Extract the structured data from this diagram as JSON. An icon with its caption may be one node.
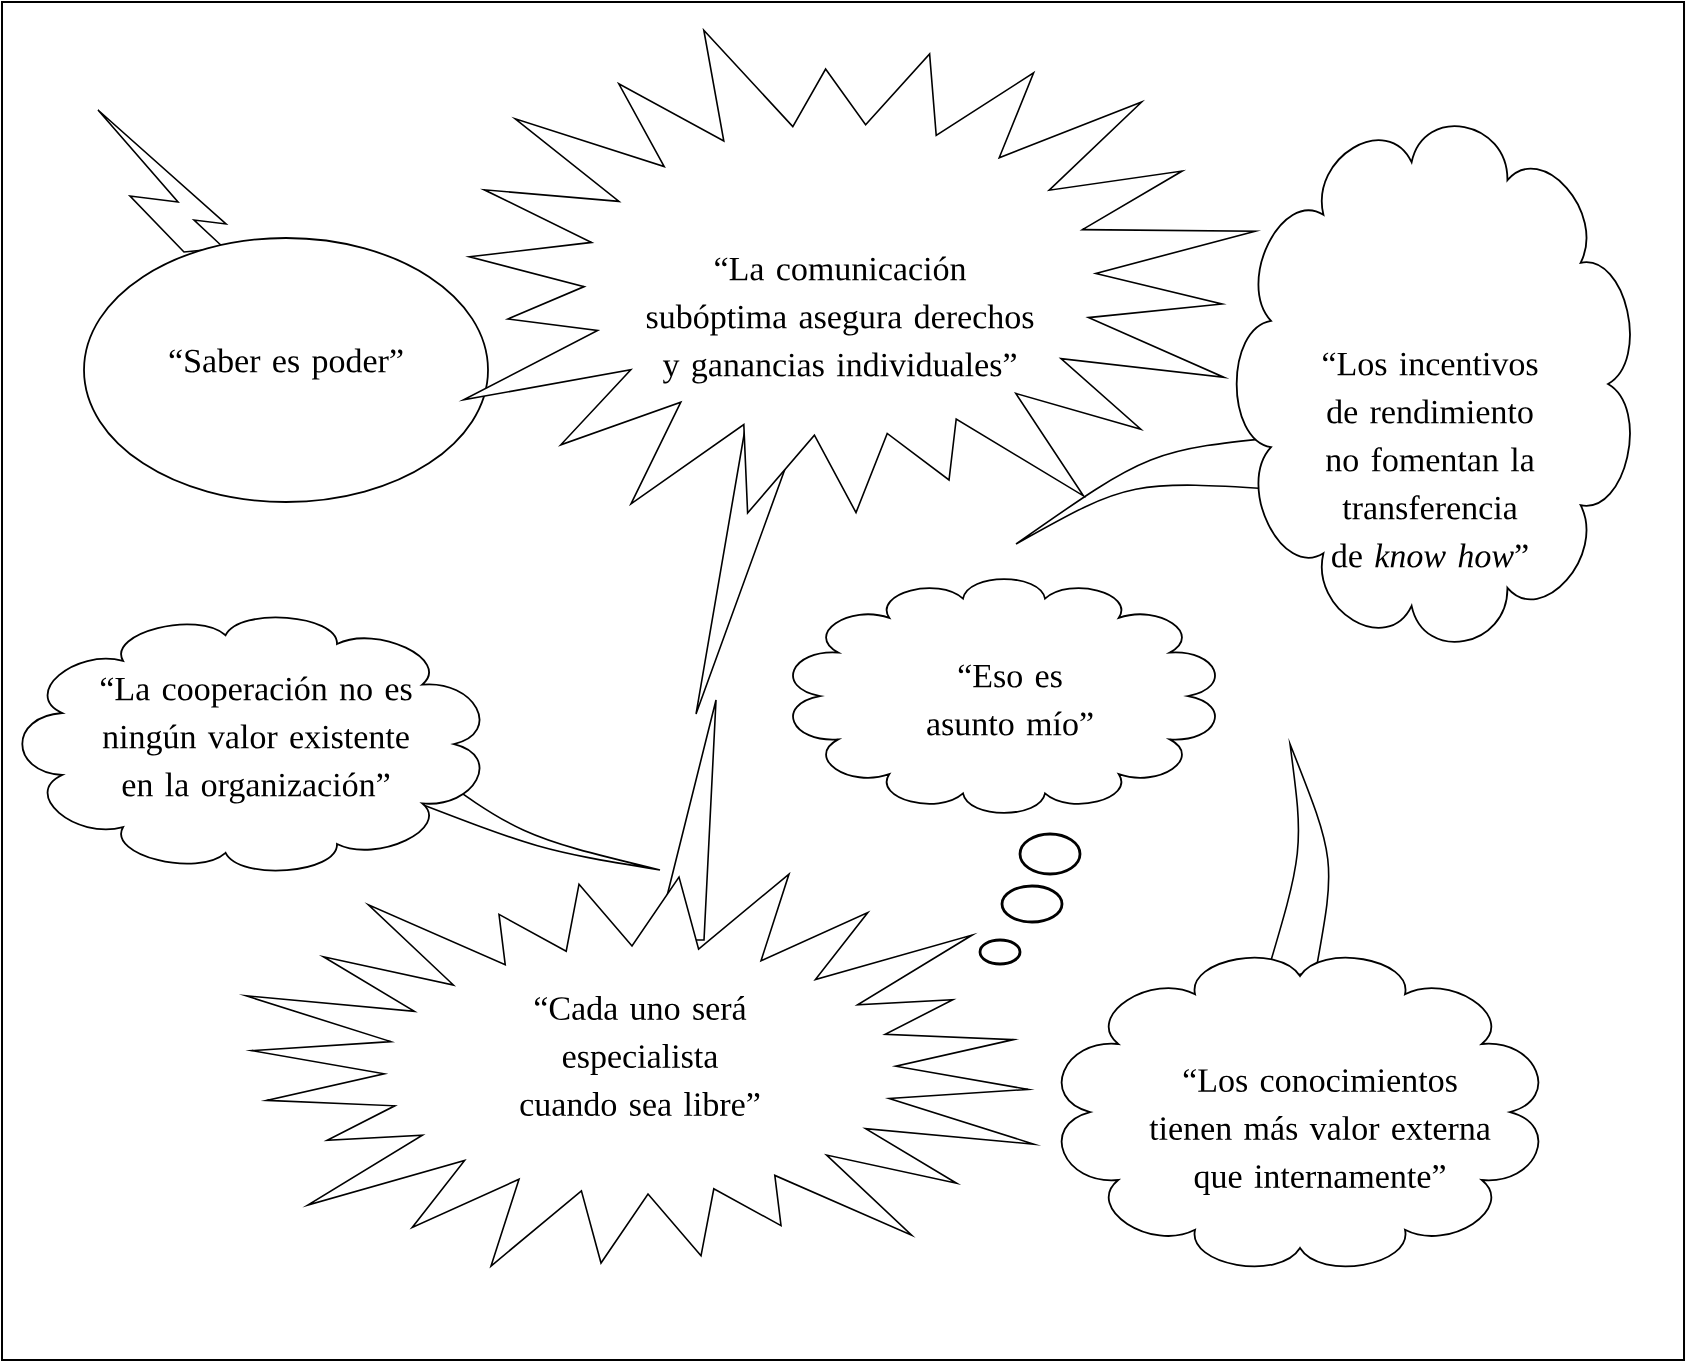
{
  "diagram": {
    "nodes": [
      {
        "text": [
          "“Saber es poder”"
        ]
      },
      {
        "text": [
          "“La comunicación subóptima asegura derechos y ganancias individuales”"
        ]
      },
      {
        "text": [
          "“Los incentivos de rendimiento no fomentan la transferencia de *know how*”"
        ]
      },
      {
        "text": [
          "“La cooperación no es ningún valor existente en la organización”"
        ]
      },
      {
        "text": [
          "“Eso es asunto mío”"
        ]
      },
      {
        "text": [
          "“Cada uno será especialista cuando sea libre”"
        ]
      },
      {
        "text": [
          "“Los conocimientos tienen más valor externa que internamente”"
        ]
      }
    ]
  }
}
